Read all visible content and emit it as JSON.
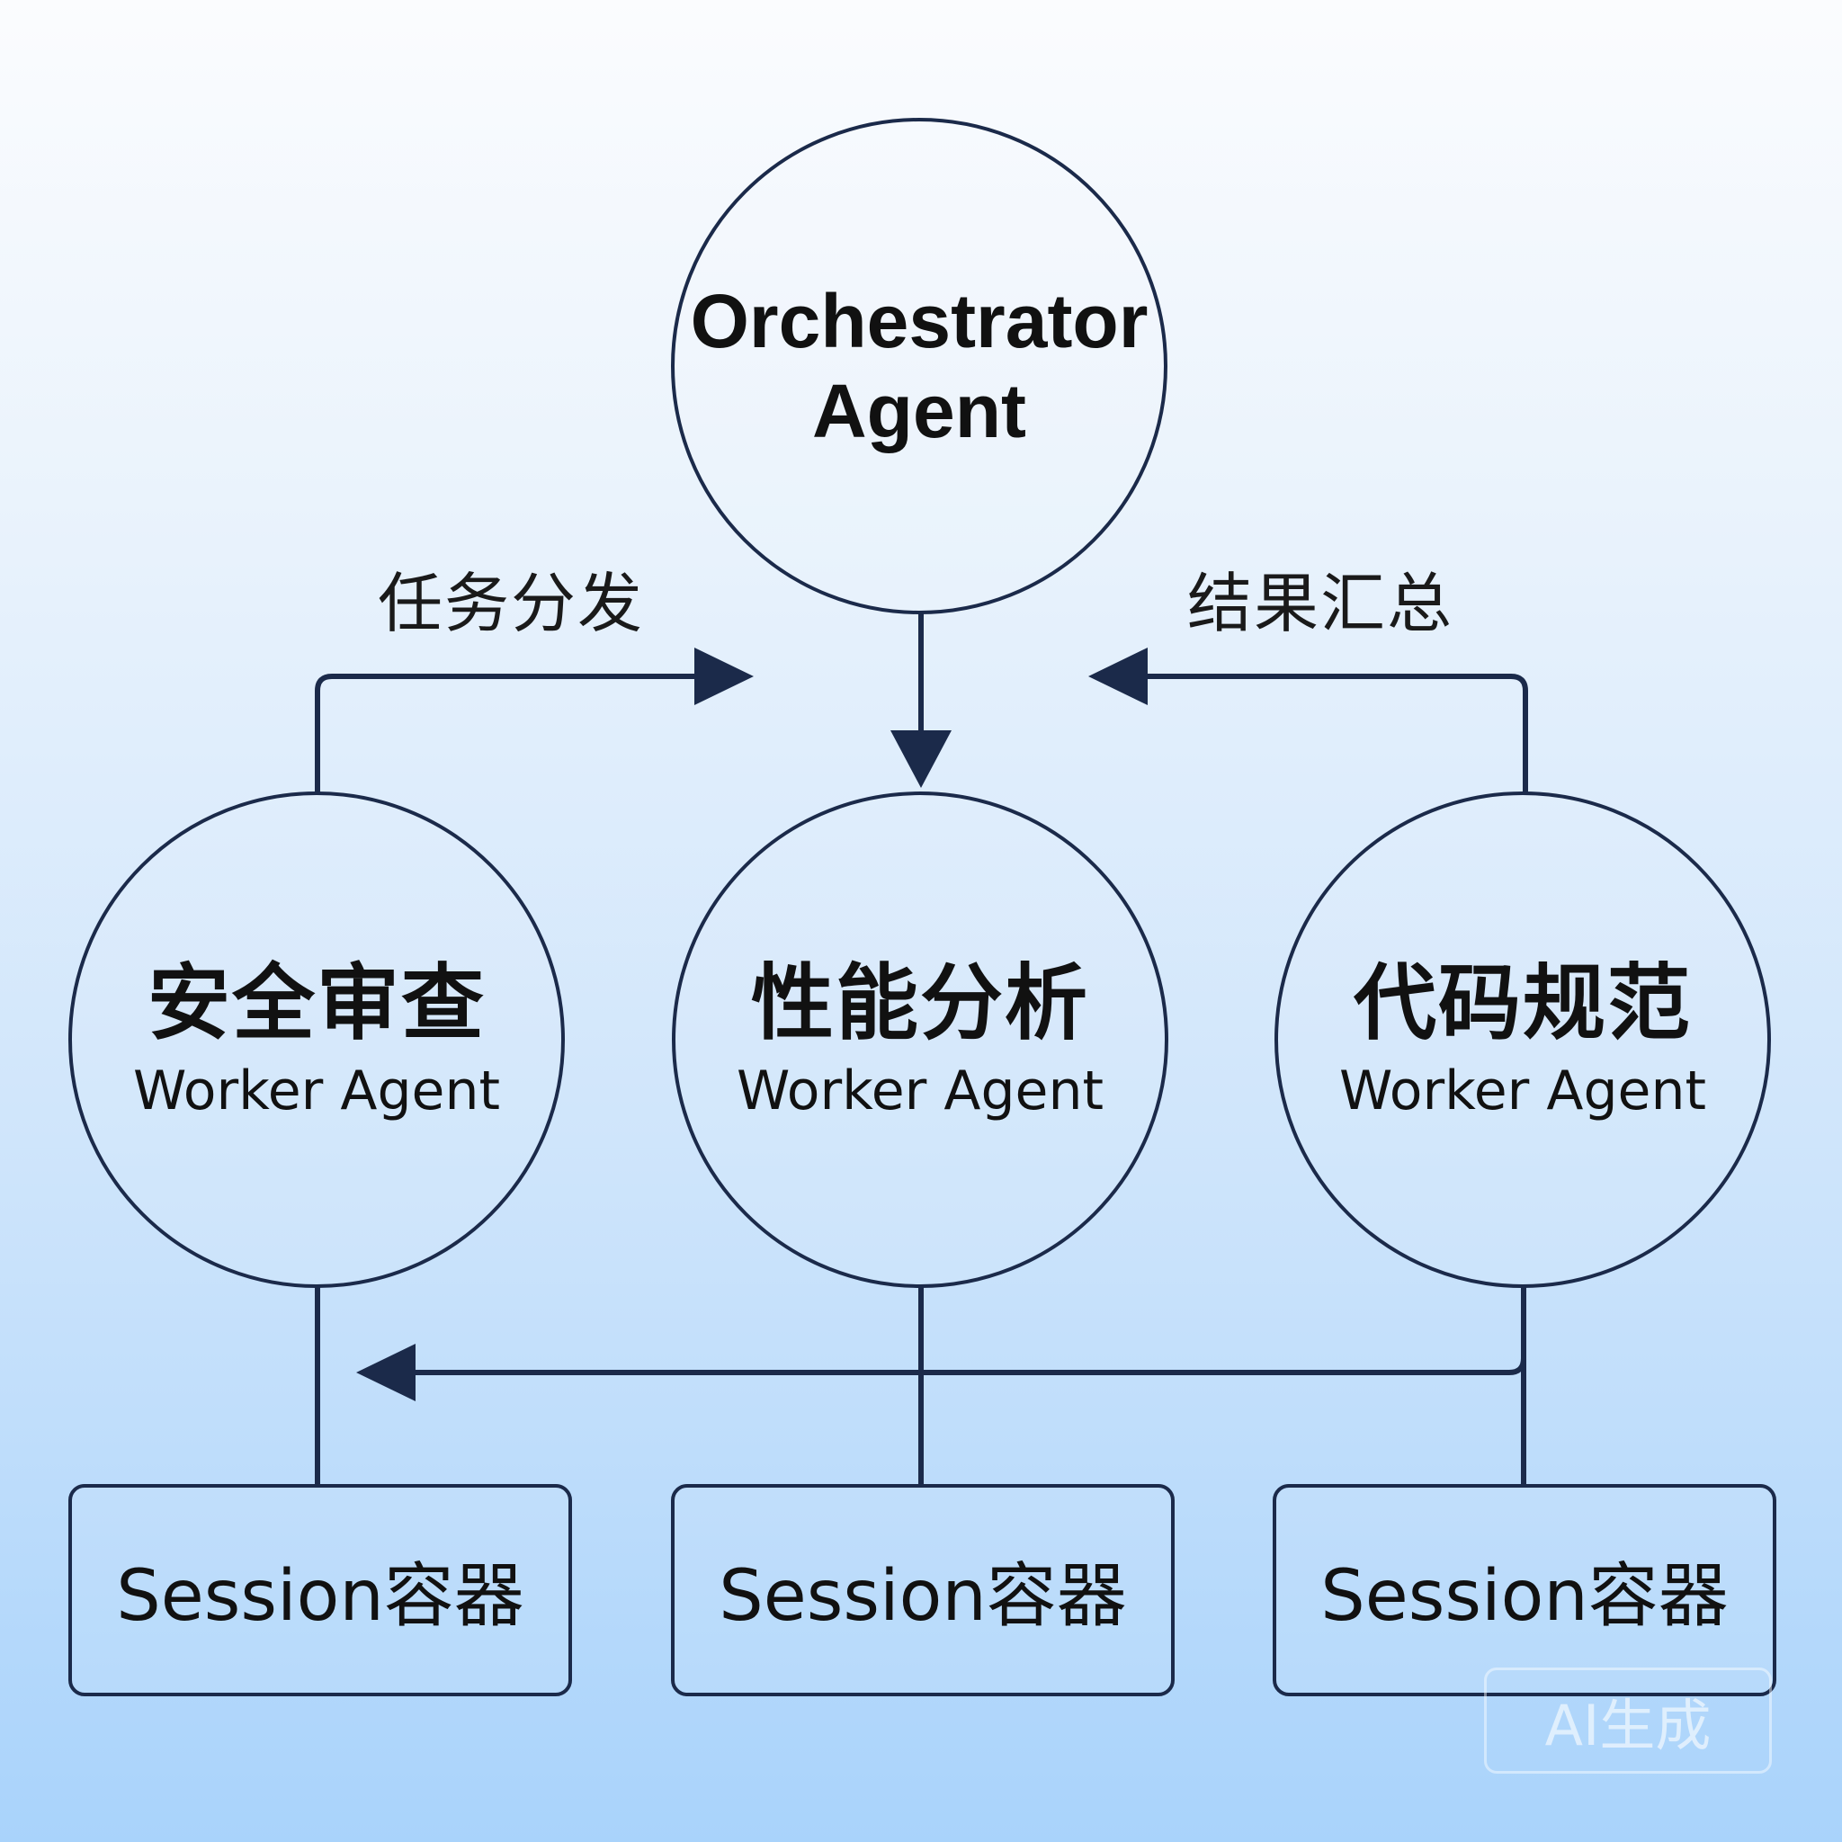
{
  "orchestrator": {
    "line1": "Orchestrator",
    "line2": "Agent"
  },
  "workers": [
    {
      "title": "安全审查",
      "subtitle": "Worker Agent"
    },
    {
      "title": "性能分析",
      "subtitle": "Worker Agent"
    },
    {
      "title": "代码规范",
      "subtitle": "Worker Agent"
    }
  ],
  "sessions": [
    {
      "label": "Session容器"
    },
    {
      "label": "Session容器"
    },
    {
      "label": "Session容器"
    }
  ],
  "flows": {
    "dispatch_label": "任务分发",
    "aggregate_label": "结果汇总"
  },
  "watermark": "AI生成",
  "colors": {
    "line": "#1b2a4a",
    "text": "#111111",
    "background_top": "#fbfcfe",
    "background_bottom": "#a9d3fb"
  }
}
